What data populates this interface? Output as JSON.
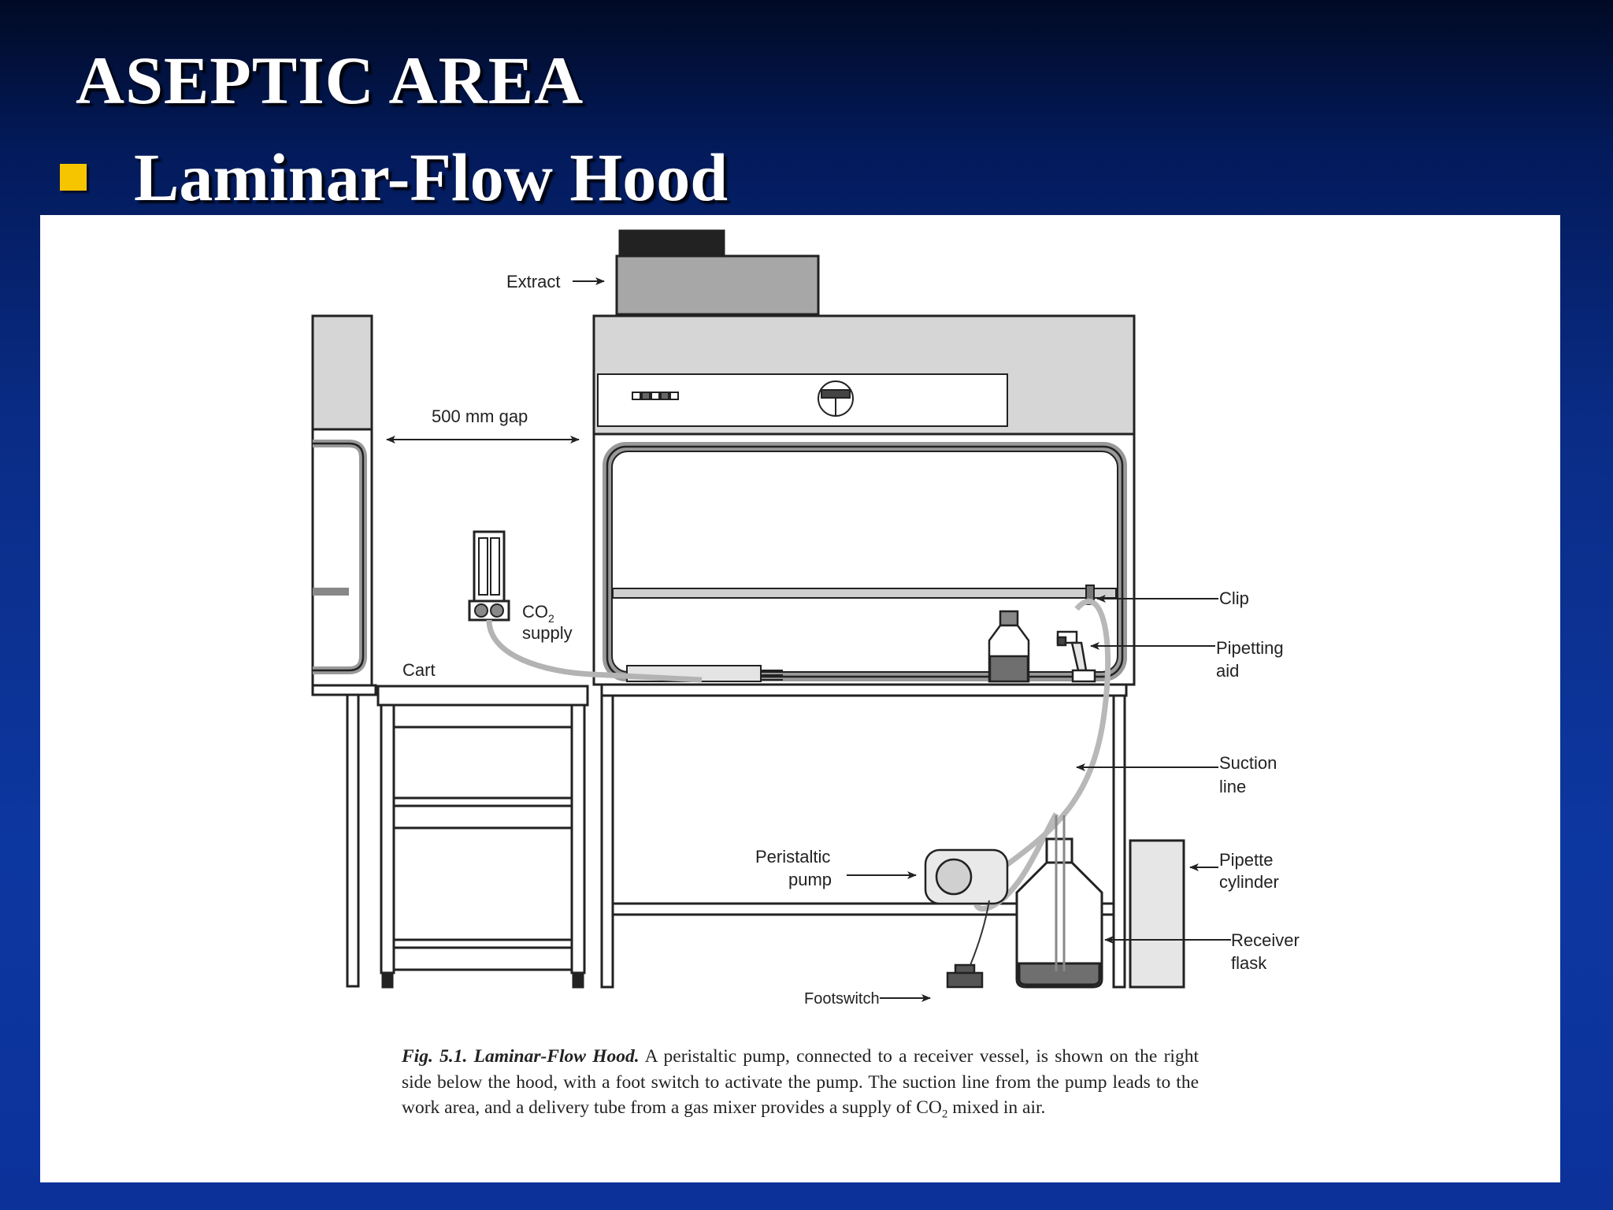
{
  "slide": {
    "title": "ASEPTIC AREA",
    "bullet": "Laminar-Flow Hood"
  },
  "colors": {
    "background": "#0a2c86",
    "bullet": "#f7c400",
    "title_text": "#ffffff"
  },
  "diagram": {
    "labels": {
      "extract": "Extract",
      "gap": "500 mm gap",
      "co2_main": "CO",
      "co2_sub": "2",
      "supply": "supply",
      "cart": "Cart",
      "clip": "Clip",
      "pipetting_1": "Pipetting",
      "pipetting_2": "aid",
      "suction_1": "Suction",
      "suction_2": "line",
      "peristaltic_1": "Peristaltic",
      "peristaltic_2": "pump",
      "pipette_cyl_1": "Pipette",
      "pipette_cyl_2": "cylinder",
      "receiver_1": "Receiver",
      "receiver_2": "flask",
      "footswitch": "Footswitch"
    }
  },
  "caption": {
    "fig_label": "Fig. 5.1.  Laminar-Flow Hood.",
    "text_before_sub": " A peristaltic pump, connected to a receiver vessel, is shown on the right side below the hood, with a foot switch to activate the pump. The suction line from the pump leads to the work area, and a delivery tube from a gas mixer provides a supply of CO",
    "sub": "2",
    "text_after_sub": " mixed in air."
  }
}
